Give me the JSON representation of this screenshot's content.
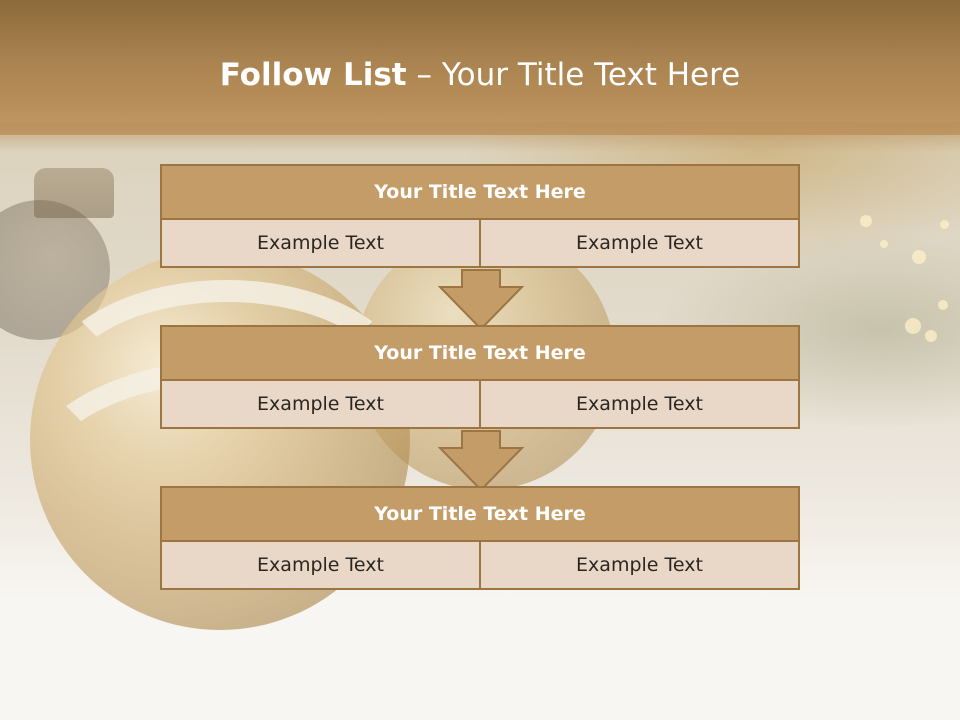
{
  "slide": {
    "title_bold": "Follow List",
    "title_rest": " – Your Title Text Here"
  },
  "steps": [
    {
      "title": "Your Title Text Here",
      "left": "Example Text",
      "right": "Example Text"
    },
    {
      "title": "Your Title Text Here",
      "left": "Example Text",
      "right": "Example Text"
    },
    {
      "title": "Your Title Text Here",
      "left": "Example Text",
      "right": "Example Text"
    }
  ],
  "colors": {
    "header": "#a98350",
    "box_title": "#c49c68",
    "box_cell": "#e9d8c8",
    "border": "#9c7543",
    "arrow": "#c49c68"
  }
}
